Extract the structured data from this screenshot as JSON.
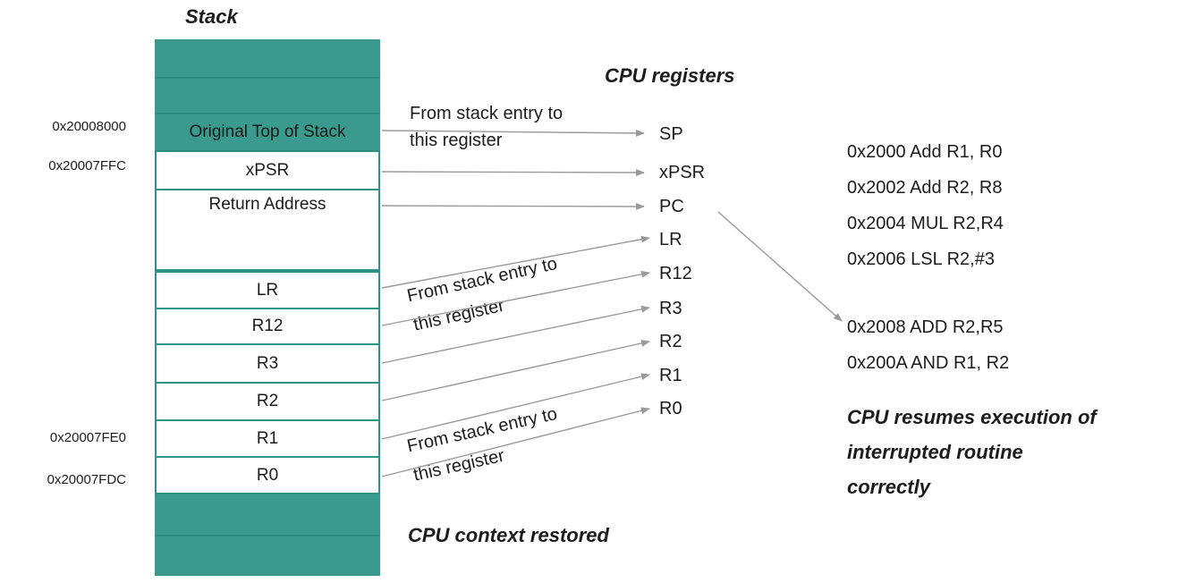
{
  "colors": {
    "stack_fill": "#3A9A8E",
    "cell_border": "#2E8C80",
    "arrow": "#9A9A9A",
    "text": "#1C1C1C"
  },
  "stack": {
    "title": "Stack",
    "cells": [
      {
        "label": "",
        "filled": true
      },
      {
        "label": "",
        "filled": true
      },
      {
        "label": "Original Top of Stack",
        "filled": true
      },
      {
        "label": "xPSR",
        "filled": false
      },
      {
        "label": "Return Address",
        "filled": false
      },
      {
        "label": "LR",
        "filled": false
      },
      {
        "label": "R12",
        "filled": false
      },
      {
        "label": "R3",
        "filled": false
      },
      {
        "label": "R2",
        "filled": false
      },
      {
        "label": "R1",
        "filled": false
      },
      {
        "label": "R0",
        "filled": false
      },
      {
        "label": "",
        "filled": true
      },
      {
        "label": "",
        "filled": true
      }
    ],
    "addresses": [
      {
        "value": "0x20008000"
      },
      {
        "value": "0x20007FFC"
      },
      {
        "value": "0x20007FE0"
      },
      {
        "value": "0x20007FDC"
      }
    ]
  },
  "registers": {
    "title": "CPU registers",
    "items": [
      "SP",
      "xPSR",
      "PC",
      "LR",
      "R12",
      "R3",
      "R2",
      "R1",
      "R0"
    ]
  },
  "annotations": {
    "from_stack": {
      "line1": "From stack entry to",
      "line2": "this register"
    },
    "context_restored": "CPU context restored"
  },
  "code": {
    "before_interrupt": [
      "0x2000 Add R1, R0",
      "0x2002 Add R2, R8",
      "0x2004 MUL R2,R4",
      "0x2006 LSL R2,#3"
    ],
    "resume_point": [
      "0x2008 ADD R2,R5",
      "0x200A AND R1, R2"
    ]
  },
  "resume_note": {
    "line1": "CPU resumes execution of",
    "line2": "interrupted routine",
    "line3": "correctly"
  }
}
